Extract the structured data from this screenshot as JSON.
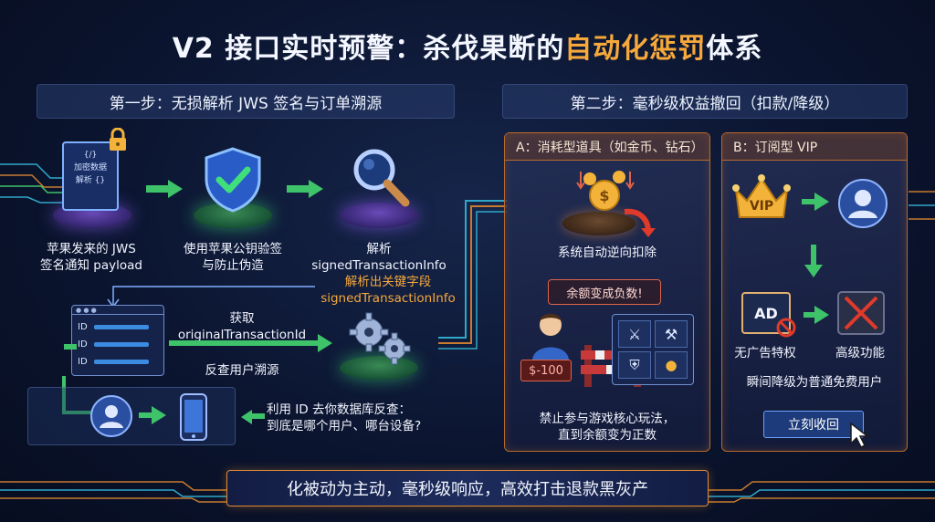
{
  "title": {
    "main": "V2 接口实时预警：杀伐果断的",
    "highlight": "自动化惩罚",
    "tail": "体系"
  },
  "step1": {
    "heading": "第一步：无损解析 JWS 签名与订单溯源",
    "doc_text_1": "{/}",
    "doc_text_2": "加密数据",
    "doc_text_3": "解析 {}",
    "node1_label_1": "苹果发来的 JWS",
    "node1_label_2": "签名通知 payload",
    "node2_label_1": "使用苹果公钥验签",
    "node2_label_2": "与防止伪造",
    "node3_label_1": "解析",
    "node3_label_2": "signedTransactionInfo",
    "node3_orange_1": "解析出关键字段",
    "node3_orange_2": "signedTransactionInfo",
    "get_label_1": "获取",
    "get_label_2": "originalTransactionId",
    "reverse_label": "反查用户溯源",
    "id_rows": [
      "ID",
      "ID",
      "ID"
    ],
    "lookup_label_1": "利用 ID 去你数据库反查：",
    "lookup_label_2": "到底是哪个用户、哪台设备?"
  },
  "step2": {
    "heading": "第二步：毫秒级权益撤回（扣款/降级）",
    "panel_a": {
      "head": "A：消耗型道具（如金币、钻石）",
      "deduct_label": "系统自动逆向扣除",
      "speech": "余额变成负数!",
      "price": "$-100",
      "ban_label_1": "禁止参与游戏核心玩法，",
      "ban_label_2": "直到余额变为正数"
    },
    "panel_b": {
      "head": "B：订阅型 VIP",
      "vip_text": "VIP",
      "ad_text": "AD",
      "no_ad_label": "无广告特权",
      "advanced_label": "高级功能",
      "downgrade_label": "瞬间降级为普通免费用户",
      "recall_button": "立刻收回"
    }
  },
  "banner": "化被动为主动，毫秒级响应，高效打击退款黑灰产",
  "colors": {
    "accent_orange": "#f6a83a",
    "green": "#3fc36a",
    "panel_border": "#b86a2c",
    "background": "#0b1530"
  }
}
